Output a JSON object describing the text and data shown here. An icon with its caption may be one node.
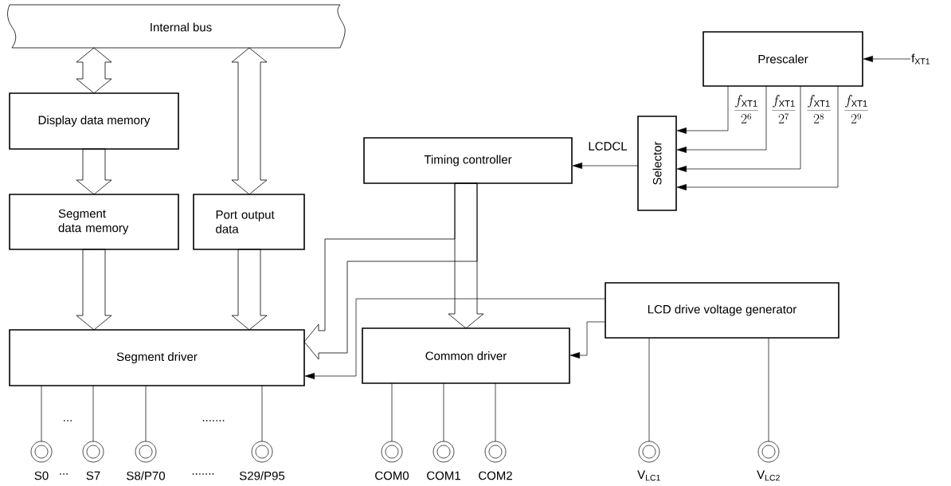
{
  "diagram": {
    "nodes": [
      {
        "text": [
          "Internal bus"
        ]
      },
      {
        "text": [
          "Display data memory"
        ]
      },
      {
        "text": [
          "Segment data memory"
        ]
      },
      {
        "text": [
          "Port output data"
        ]
      },
      {
        "text": [
          "Timing controller"
        ]
      },
      {
        "text": [
          "Prescaler"
        ]
      },
      {
        "text": [
          "Selector"
        ]
      },
      {
        "text": [
          "Segment driver"
        ]
      },
      {
        "text": [
          "Common driver"
        ]
      },
      {
        "text": [
          "LCD drive voltage generator"
        ]
      },
      {
        "text": [
          "f$_{XT1}$"
        ]
      },
      {
        "text": [
          "S0"
        ]
      },
      {
        "text": [
          "S7"
        ]
      },
      {
        "text": [
          "S8/P70"
        ]
      },
      {
        "text": [
          "S29/P95"
        ]
      },
      {
        "text": [
          "COM0"
        ]
      },
      {
        "text": [
          "COM1"
        ]
      },
      {
        "text": [
          "COM2"
        ]
      },
      {
        "text": [
          "V$_{LC1}$"
        ]
      },
      {
        "text": [
          "V$_{LC2}$"
        ]
      }
    ],
    "edges": [
      {
        "from": 0,
        "to": 1,
        "arrow": "both",
        "style": "thick"
      },
      {
        "from": 0,
        "to": 3,
        "arrow": "both",
        "style": "thick"
      },
      {
        "from": 1,
        "to": 2,
        "arrow": "to",
        "style": "thick"
      },
      {
        "from": 2,
        "to": 7,
        "arrow": "to",
        "style": "thick"
      },
      {
        "from": 3,
        "to": 7,
        "arrow": "to",
        "style": "thick"
      },
      {
        "from": 4,
        "to": 8,
        "arrow": "to",
        "style": "thick"
      },
      {
        "from": 4,
        "to": 7,
        "arrow": "to",
        "style": "thick"
      },
      {
        "from": 9,
        "to": 7,
        "arrow": "to"
      },
      {
        "from": 9,
        "to": 8,
        "arrow": "to"
      },
      {
        "from": 6,
        "to": 4,
        "arrow": "to",
        "label": "LCDCL"
      },
      {
        "from": 5,
        "to": 6,
        "arrow": "to",
        "label": "\\frac{f_{\\mathrm{XT1}}}{2^{6}}"
      },
      {
        "from": 5,
        "to": 6,
        "arrow": "to",
        "label": "\\frac{f_{\\mathrm{XT1}}}{2^{7}}"
      },
      {
        "from": 5,
        "to": 6,
        "arrow": "to",
        "label": "\\frac{f_{\\mathrm{XT1}}}{2^{8}}"
      },
      {
        "from": 5,
        "to": 6,
        "arrow": "to",
        "label": "\\frac{f_{\\mathrm{XT1}}}{2^{9}}"
      },
      {
        "from": 10,
        "to": 5,
        "arrow": "to"
      },
      {
        "from": 7,
        "to": 11,
        "arrow": "none"
      },
      {
        "from": 7,
        "to": 12,
        "arrow": "none"
      },
      {
        "from": 7,
        "to": 13,
        "arrow": "none"
      },
      {
        "from": 7,
        "to": 14,
        "arrow": "none"
      },
      {
        "from": 8,
        "to": 15,
        "arrow": "none"
      },
      {
        "from": 8,
        "to": 16,
        "arrow": "none"
      },
      {
        "from": 8,
        "to": 17,
        "arrow": "none"
      },
      {
        "from": 9,
        "to": 18,
        "arrow": "none"
      },
      {
        "from": 9,
        "to": 19,
        "arrow": "none"
      }
    ],
    "labels": [
      "...",
      ".......",
      "...",
      "......."
    ]
  }
}
